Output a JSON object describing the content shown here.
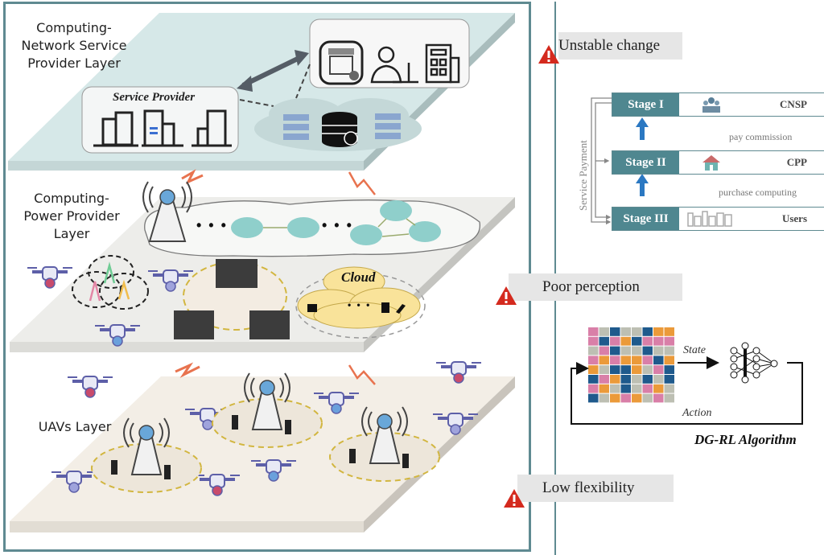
{
  "layers": [
    {
      "id": "cnsp",
      "label_lines": [
        "Computing-",
        "Network Service",
        "Provider Layer"
      ],
      "color": "#d6e8e8"
    },
    {
      "id": "cpp",
      "label_lines": [
        "Computing-",
        "Power Provider",
        "Layer"
      ],
      "color": "#ededea"
    },
    {
      "id": "uav",
      "label_lines": [
        "UAVs Layer"
      ],
      "color": "#f3eee6"
    }
  ],
  "cnsp_layer": {
    "service_provider_title": "Service Provider",
    "service_icons": [
      "store-icon",
      "user-at-laptop-icon",
      "building-icon"
    ]
  },
  "cpp_layer": {
    "network_ellipsis": "• • •",
    "cloud_title": "Cloud",
    "cloud_ellipsis": "• • •"
  },
  "challenges": [
    {
      "label": "Unstable change",
      "icon": "warning-icon"
    },
    {
      "label": "Poor perception",
      "icon": "warning-icon"
    },
    {
      "label": "Low flexibility",
      "icon": "warning-icon"
    }
  ],
  "stages": [
    {
      "tag": "Stage I",
      "role": "CNSP",
      "icon": "people-group-icon"
    },
    {
      "tag": "Stage II",
      "role": "CPP",
      "icon": "house-icon"
    },
    {
      "tag": "Stage III",
      "role": "Users",
      "icon": "city-icon"
    }
  ],
  "stage_flows": [
    "pay commission",
    "purchase computing"
  ],
  "service_payment_label": "Service Payment",
  "algorithm": {
    "state_label": "State",
    "action_label": "Action",
    "title": "DG-RL Algorithm",
    "colors": {
      "pink": "#d97fa8",
      "gray": "#bdbfb3",
      "blue": "#1f5a8c",
      "orange": "#eb9a3a"
    },
    "matrix": [
      [
        "pink",
        "gray",
        "blue",
        "gray",
        "gray",
        "blue",
        "orange",
        "orange"
      ],
      [
        "pink",
        "blue",
        "pink",
        "orange",
        "blue",
        "pink",
        "pink",
        "pink"
      ],
      [
        "gray",
        "pink",
        "blue",
        "gray",
        "gray",
        "blue",
        "gray",
        "gray"
      ],
      [
        "pink",
        "orange",
        "pink",
        "orange",
        "orange",
        "pink",
        "blue",
        "orange"
      ],
      [
        "orange",
        "gray",
        "blue",
        "blue",
        "orange",
        "gray",
        "pink",
        "blue"
      ],
      [
        "blue",
        "pink",
        "orange",
        "blue",
        "gray",
        "blue",
        "gray",
        "blue"
      ],
      [
        "pink",
        "orange",
        "gray",
        "blue",
        "gray",
        "pink",
        "orange",
        "gray"
      ],
      [
        "blue",
        "gray",
        "orange",
        "pink",
        "orange",
        "gray",
        "pink",
        "gray"
      ]
    ]
  },
  "warning_color": "#d42a1e"
}
